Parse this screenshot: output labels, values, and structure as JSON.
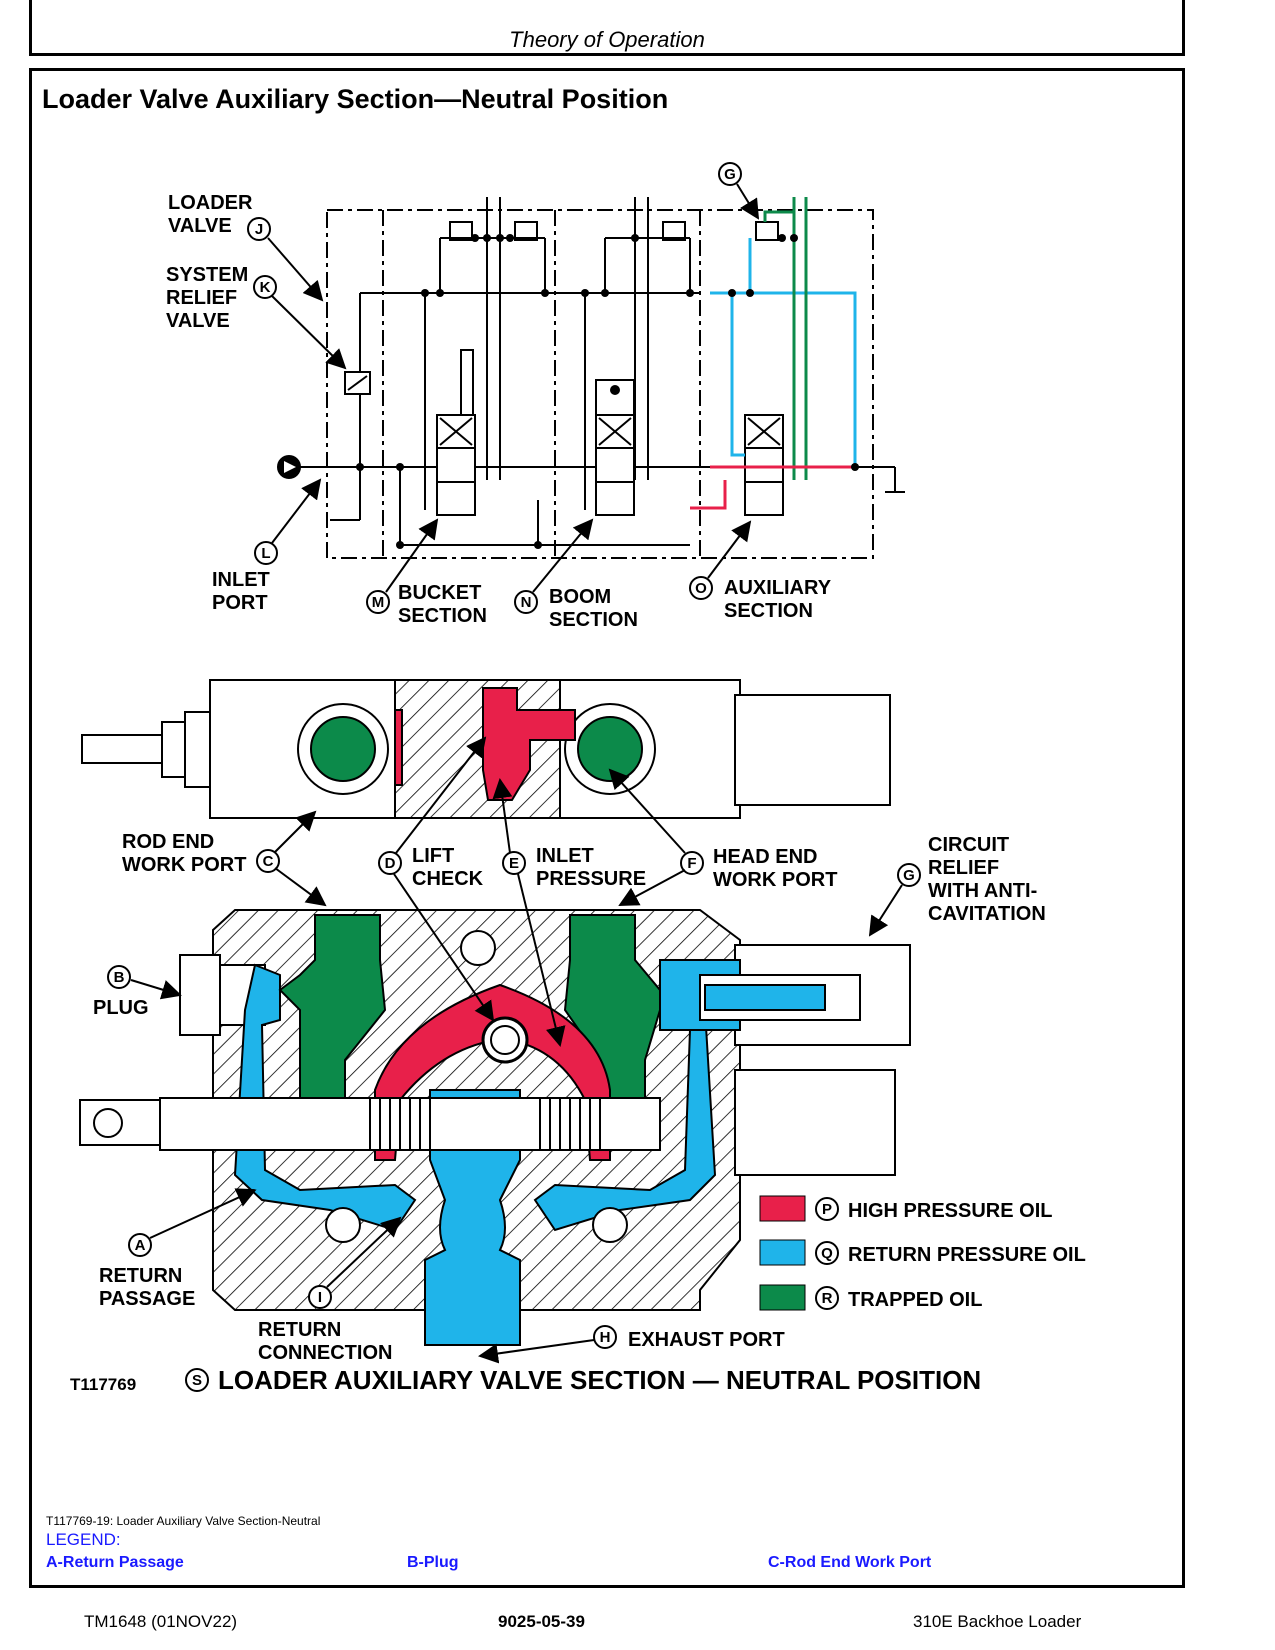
{
  "header": {
    "title": "Theory of Operation"
  },
  "section_title": "Loader Valve Auxiliary Section—Neutral Position",
  "schematic": {
    "loader_valve": [
      "LOADER",
      "VALVE"
    ],
    "system_relief": [
      "SYSTEM",
      "RELIEF",
      "VALVE"
    ],
    "inlet_port": [
      "INLET",
      "PORT"
    ],
    "bucket": [
      "BUCKET",
      "SECTION"
    ],
    "boom": [
      "BOOM",
      "SECTION"
    ],
    "auxiliary": [
      "AUXILIARY",
      "SECTION"
    ],
    "letters": {
      "g": "G",
      "j": "J",
      "k": "K",
      "l": "L",
      "m": "M",
      "n": "N",
      "o": "O"
    }
  },
  "cutaway": {
    "rod_end": [
      "ROD END",
      "WORK PORT"
    ],
    "lift_check": [
      "LIFT",
      "CHECK"
    ],
    "inlet_pressure": [
      "INLET",
      "PRESSURE"
    ],
    "head_end": [
      "HEAD END",
      "WORK PORT"
    ],
    "circuit_relief": [
      "CIRCUIT",
      "RELIEF",
      "WITH ANTI-",
      "CAVITATION"
    ],
    "plug": "PLUG",
    "return_passage": [
      "RETURN",
      "PASSAGE"
    ],
    "return_connection": [
      "RETURN",
      "CONNECTION"
    ],
    "exhaust_port": "EXHAUST PORT",
    "letters": {
      "a": "A",
      "b": "B",
      "c": "C",
      "d": "D",
      "e": "E",
      "f": "F",
      "g": "G",
      "h": "H",
      "i": "I",
      "s": "S"
    }
  },
  "oil_legend": [
    {
      "letter": "P",
      "label": "HIGH PRESSURE OIL",
      "color": "#e8204a"
    },
    {
      "letter": "Q",
      "label": "RETURN PRESSURE OIL",
      "color": "#1fb4ea"
    },
    {
      "letter": "R",
      "label": "TRAPPED OIL",
      "color": "#0c8a4a"
    }
  ],
  "figure_id": "T117769",
  "figure_title": "LOADER AUXILIARY VALVE SECTION —  NEUTRAL POSITION",
  "caption": "T117769-19: Loader Auxiliary Valve Section-Neutral",
  "legend": {
    "heading": "LEGEND:",
    "items": [
      "A-Return Passage",
      "B-Plug",
      "C-Rod End Work Port"
    ]
  },
  "footer": {
    "left": "TM1648 (01NOV22)",
    "center": "9025-05-39",
    "right": "310E Backhoe Loader"
  },
  "colors": {
    "high": "#e8204a",
    "return": "#1fb4ea",
    "trapped": "#0c8a4a",
    "link": "#1a1aff"
  }
}
